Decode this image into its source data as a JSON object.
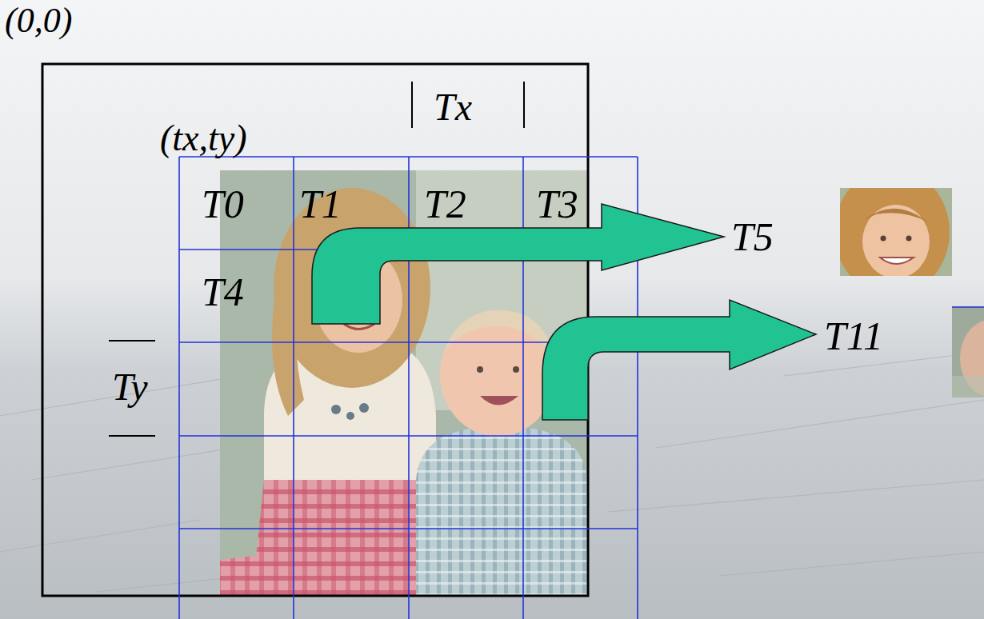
{
  "diagram": {
    "labels": [
      "(0,0)",
      "Tx",
      "(tx,ty)",
      "T0",
      "T1",
      "T2",
      "T3",
      "T5",
      "T4",
      "T11",
      "Ty"
    ]
  }
}
